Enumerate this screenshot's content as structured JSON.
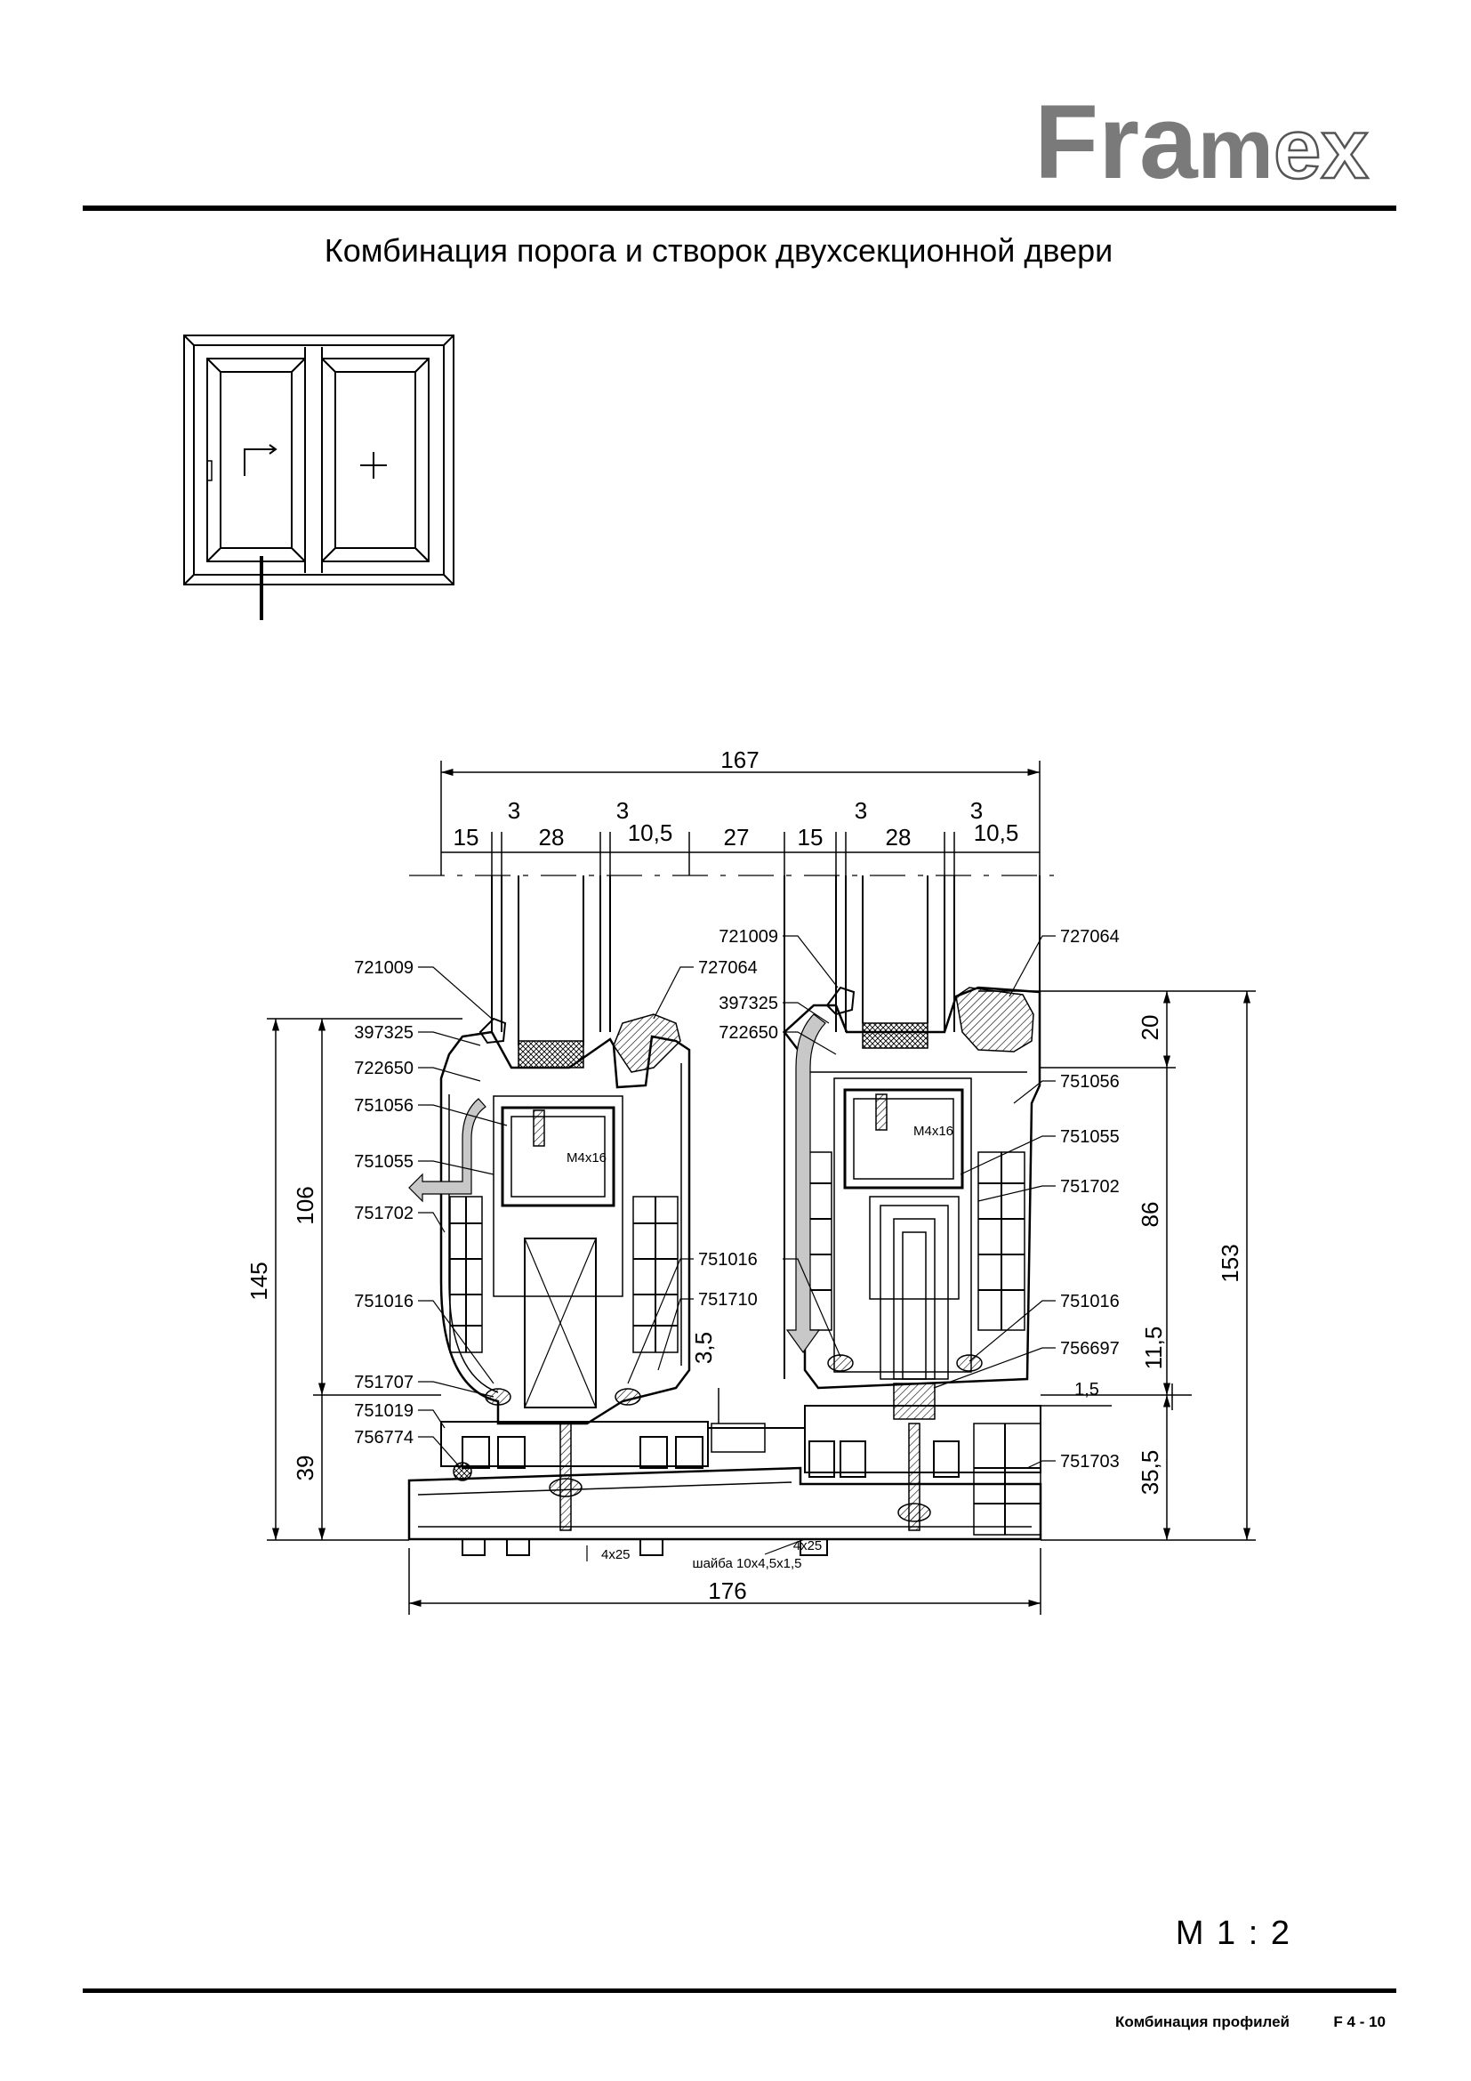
{
  "brand": {
    "logo_text_a": "Fra",
    "logo_text_b": "m",
    "logo_text_c": "ex"
  },
  "title": "Комбинация порога и створок двухсекционной двери",
  "scale": "M 1 : 2",
  "footer": {
    "section": "Комбинация профилей",
    "page_code": "F 4 - 10"
  },
  "dimensions": {
    "top_total": "167",
    "top_segments": [
      "15",
      "3",
      "28",
      "3",
      "10,5",
      "27",
      "15",
      "3",
      "28",
      "3",
      "10,5"
    ],
    "bottom_total": "176",
    "left_outer": "145",
    "left_inner": "106",
    "left_bottom": "39",
    "right_outer": "153",
    "right_top": "20",
    "right_mid": "86",
    "right_small": "11,5",
    "right_bottom": "35,5",
    "mid_gap": "3,5",
    "right_gap": "1,5"
  },
  "part_numbers_left": [
    "721009",
    "397325",
    "722650",
    "751056",
    "751055",
    "751702",
    "751016",
    "751707",
    "751019",
    "756774"
  ],
  "part_numbers_center_top": [
    "721009",
    "397325",
    "722650"
  ],
  "part_numbers_center_top_right": [
    "727064"
  ],
  "part_numbers_center_low": [
    "751016",
    "751710"
  ],
  "part_numbers_right": [
    "727064",
    "751056",
    "751055",
    "751702",
    "751016",
    "756697",
    "751703"
  ],
  "screws": {
    "left": "M4x16",
    "right": "M4x16"
  },
  "fasteners": {
    "screw_left": "4x25",
    "screw_right": "4x25",
    "washer": "шайба 10x4,5x1,5"
  }
}
